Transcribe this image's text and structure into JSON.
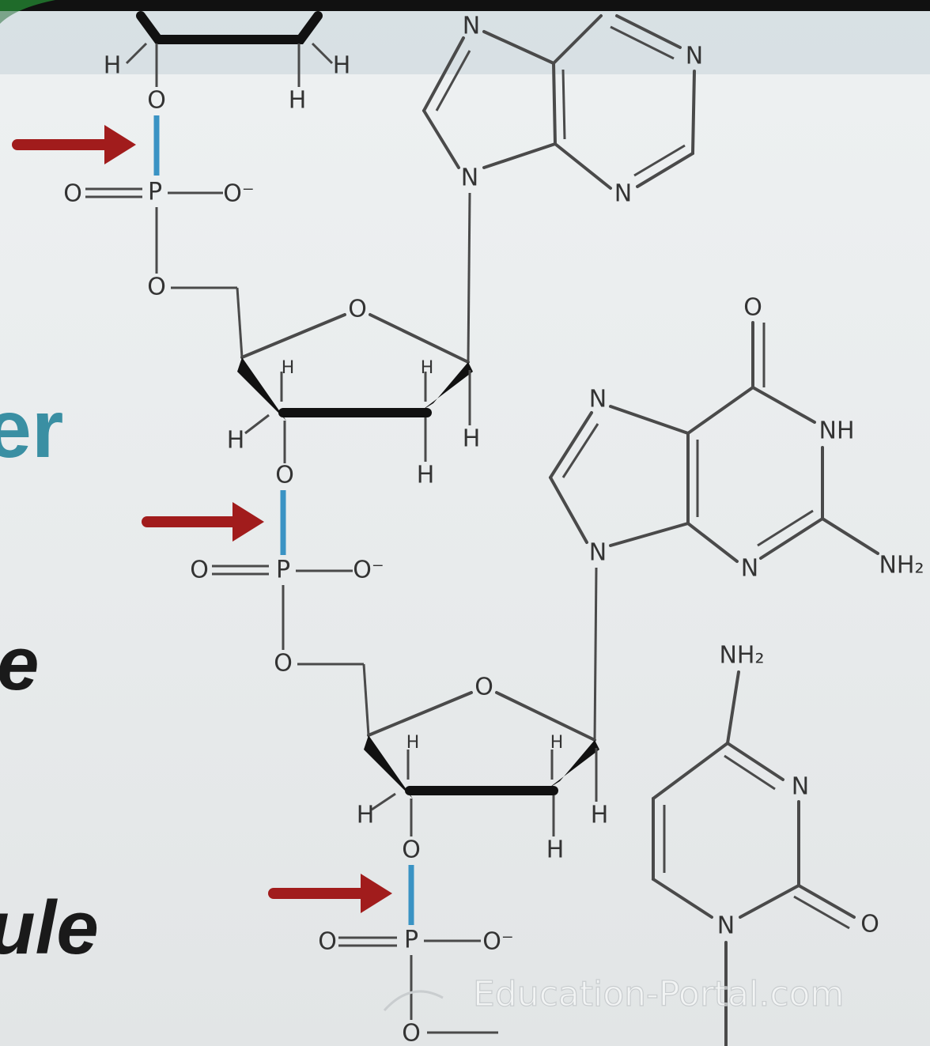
{
  "side_text": {
    "fragment_1": "er",
    "fragment_2": "e",
    "fragment_3": "ule"
  },
  "watermark": "Education-Portal.com",
  "atoms": {
    "O": "O",
    "O_minus": "O⁻",
    "P": "P",
    "N": "N",
    "H": "H",
    "NH": "NH",
    "NH2": "NH₂"
  },
  "colors": {
    "arrow": "#a11c1c",
    "ester_bond": "#3a93c4",
    "teal_text": "#3a8fa3",
    "bond": "#4a4a4a"
  }
}
